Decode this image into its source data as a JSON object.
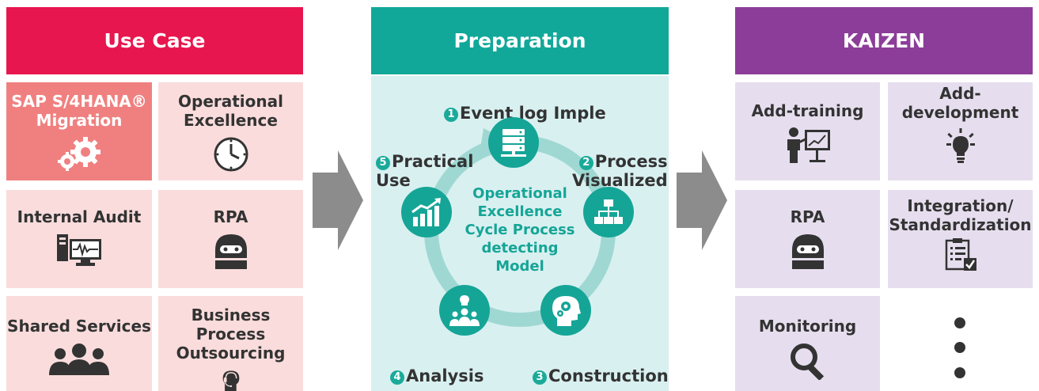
{
  "use_case": {
    "header": "Use Case",
    "items": [
      {
        "label": "SAP S/4HANA®\nMigration",
        "icon": "gears-icon"
      },
      {
        "label": "Operational\nExcellence",
        "icon": "clock-icon"
      },
      {
        "label": "Internal Audit",
        "icon": "monitor-waveform-icon"
      },
      {
        "label": "RPA",
        "icon": "robot-icon"
      },
      {
        "label": "Shared Services",
        "icon": "people-group-icon"
      },
      {
        "label": "Business Process\nOutsourcing",
        "icon": "headset-operator-icon"
      }
    ]
  },
  "preparation": {
    "header": "Preparation",
    "center_text": "Operational\nExcellence\nCycle Process\ndetecting\nModel",
    "stages": [
      {
        "num": "1",
        "label": "Event log Imple",
        "icon": "server-icon"
      },
      {
        "num": "2",
        "label": "Process\nVisualized",
        "icon": "flowchart-icon"
      },
      {
        "num": "3",
        "label": "Construction",
        "icon": "head-gears-icon"
      },
      {
        "num": "4",
        "label": "Analysis",
        "icon": "team-idea-icon"
      },
      {
        "num": "5",
        "label": "Practical\nUse",
        "icon": "growth-chart-icon"
      }
    ]
  },
  "kaizen": {
    "header": "KAIZEN",
    "items": [
      {
        "label": "Add-training",
        "icon": "presenter-icon"
      },
      {
        "label": "Add-\ndevelopment",
        "icon": "lightbulb-icon"
      },
      {
        "label": "RPA",
        "icon": "robot-icon"
      },
      {
        "label": "Integration/\nStandardization",
        "icon": "checklist-icon"
      },
      {
        "label": "Monitoring",
        "icon": "magnifier-icon"
      }
    ]
  },
  "colors": {
    "use_case_header": "#e8164e",
    "preparation_header": "#11a89a",
    "kaizen_header": "#8c3d99",
    "teal": "#15a597",
    "arrow": "#8c8c8c"
  }
}
